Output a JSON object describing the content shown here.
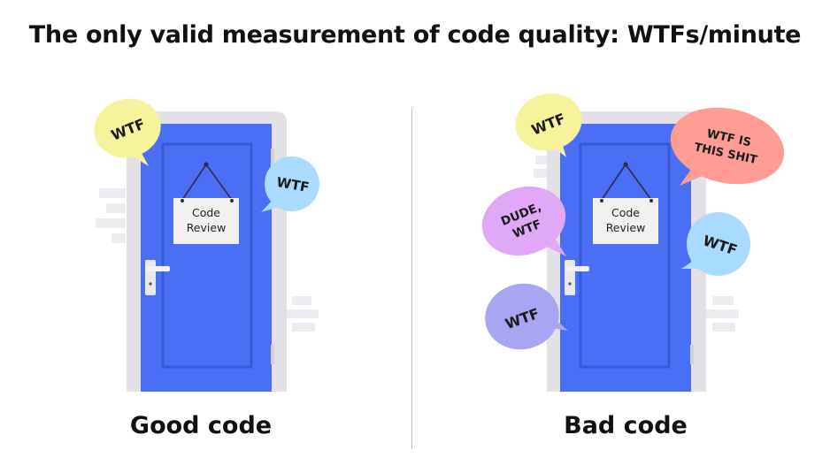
{
  "title": "The only valid measurement of code quality: WTFs/minute",
  "panels": {
    "good": {
      "caption": "Good code",
      "sign_line1": "Code",
      "sign_line2": "Review",
      "bubbles": [
        "WTF",
        "WTF"
      ]
    },
    "bad": {
      "caption": "Bad code",
      "sign_line1": "Code",
      "sign_line2": "Review",
      "bubbles": [
        "WTF",
        "WTF IS",
        "THIS SHIT",
        "DUDE,",
        "WTF",
        "WTF",
        "WTF"
      ]
    }
  },
  "colors": {
    "door": "#4a6ff5",
    "door_panel": "#3a58d6",
    "frame": "#e4e1e6",
    "bubble_yellow": "#f7f29c",
    "bubble_blue": "#a9daff",
    "bubble_pink": "#ff9c94",
    "bubble_purple": "#e0a8f6",
    "bubble_violet": "#a8a6f3"
  }
}
